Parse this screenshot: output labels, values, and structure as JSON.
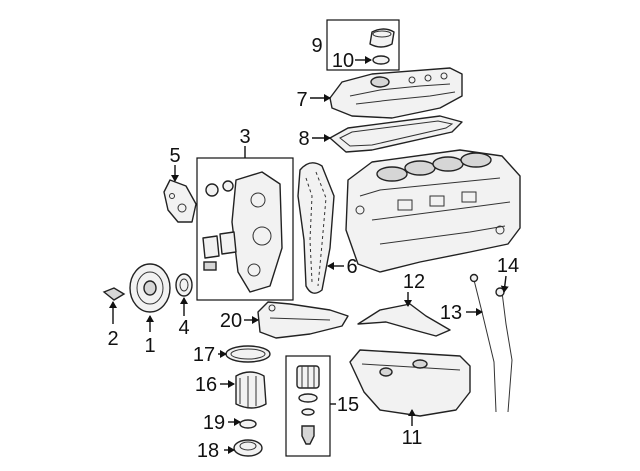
{
  "callouts": {
    "c1": "1",
    "c2": "2",
    "c3": "3",
    "c4": "4",
    "c5": "5",
    "c6": "6",
    "c7": "7",
    "c8": "8",
    "c9": "9",
    "c10": "10",
    "c11": "11",
    "c12": "12",
    "c13": "13",
    "c14": "14",
    "c15": "15",
    "c16": "16",
    "c17": "17",
    "c18": "18",
    "c19": "19",
    "c20": "20"
  },
  "colors": {
    "line": "#111111",
    "part_fill": "#f2f2f2",
    "background": "#ffffff"
  }
}
